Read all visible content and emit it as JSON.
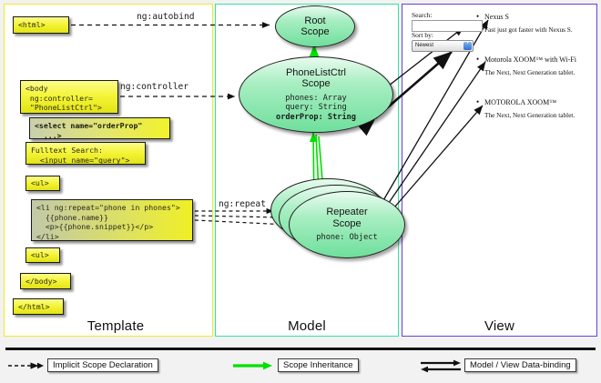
{
  "panels": {
    "template": {
      "label": "Template",
      "border_color": "#f2eb20"
    },
    "model": {
      "label": "Model",
      "border_color": "#2ee6a0"
    },
    "view": {
      "label": "View",
      "border_color": "#6b3fe0"
    }
  },
  "template_code": {
    "html_open": "<html>",
    "body_open": "<body\n ng:controller=\n \"PhoneListCtrl\">",
    "select_tag": "<select name=\"orderProp\"\n  ...>",
    "fulltext": "Fulltext Search:\n  <input name=\"query\">",
    "ul_open": "<ul>",
    "li_repeat": "<li ng:repeat=\"phone in phones\">\n  {{phone.name}}\n  <p>{{phone.snippet}}</p>\n</li>",
    "ul_close": "<ul>",
    "body_close": "</body>",
    "html_close": "</html>"
  },
  "connectors": {
    "autobind": "ng:autobind",
    "controller": "ng:controller",
    "repeat": "ng:repeat"
  },
  "model": {
    "root_scope": {
      "title_line1": "Root",
      "title_line2": "Scope"
    },
    "phonelist_scope": {
      "title_line1": "PhoneListCtrl",
      "title_line2": "Scope",
      "props": [
        {
          "text": "phones: Array",
          "bold": false
        },
        {
          "text": "query: String",
          "bold": false
        },
        {
          "text": "orderProp: String",
          "bold": true
        }
      ]
    },
    "repeater_scope": {
      "title_line1": "Repeater",
      "title_line2": "Scope",
      "props": [
        {
          "text": "phone: Object",
          "bold": false
        }
      ],
      "stack_count": 3
    }
  },
  "view": {
    "search_label": "Search:",
    "search_value": "",
    "search_placeholder": "",
    "sort_label": "Sort by:",
    "sort_selected": "Newest",
    "sort_options": [
      "Newest"
    ],
    "phones": [
      {
        "name": "Nexus S",
        "snippet": "Fast just got faster with Nexus S."
      },
      {
        "name": "Motorola XOOM™  with Wi-Fi",
        "snippet": "The Next, Next Generation tablet."
      },
      {
        "name": "MOTOROLA XOOM™",
        "snippet": "The Next, Next Generation tablet."
      }
    ]
  },
  "legend": [
    {
      "label": "Implicit Scope Declaration",
      "style": "dashed-arrow",
      "color": "#111111"
    },
    {
      "label": "Scope Inheritance",
      "style": "green-arrow",
      "color": "#00e000"
    },
    {
      "label": "Model / View Data-binding",
      "style": "double-arrow",
      "color": "#111111"
    }
  ],
  "colors": {
    "code_box_fill": "#f2f23a",
    "scope_fill": "#7fe3a8",
    "inheritance_arrow": "#00e000"
  }
}
